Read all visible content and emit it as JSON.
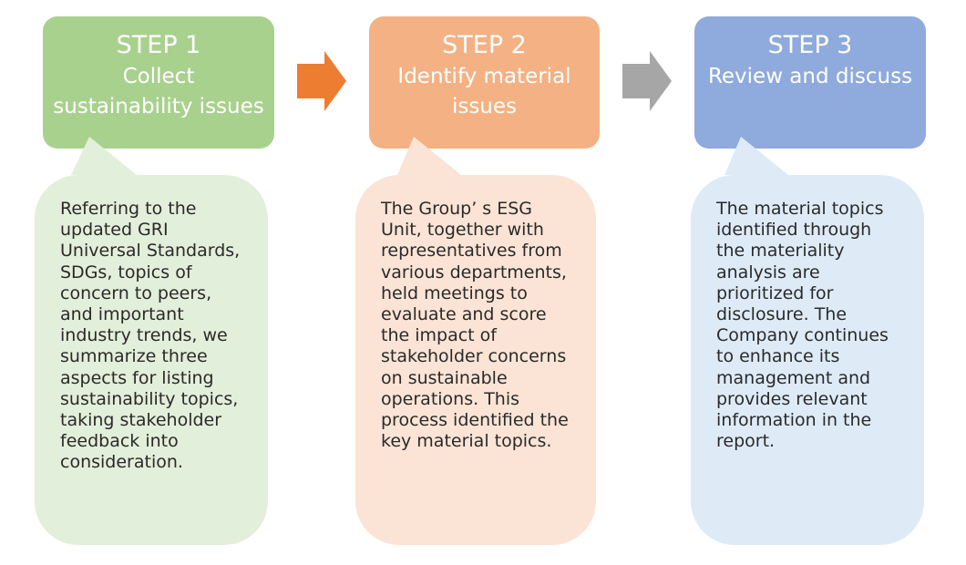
{
  "steps": [
    {
      "title": "STEP 1",
      "subtitle": "Collect\nsustainability issues",
      "body": "Referring to the\nupdated GRI\nUniversal Standards,\nSDGs, topics of\nconcern to peers,\nand important\nindustry trends, we\nsummarize three\naspects for listing\nsustainability topics,\ntaking stakeholder\nfeedback into\nconsideration.",
      "header_color": "#a9d18e",
      "bubble_color": "#e2efda"
    },
    {
      "title": "STEP 2",
      "subtitle": "Identify material\nissues",
      "body": "The Group’ s ESG\nUnit, together with\nrepresentatives from\nvarious departments,\nheld meetings to\nevaluate and score\nthe impact of\nstakeholder concerns\non sustainable\noperations. This\nprocess identified the\nkey material topics.",
      "header_color": "#f4b183",
      "bubble_color": "#fbe4d5"
    },
    {
      "title": "STEP 3",
      "subtitle": "Review and discuss",
      "body": "The material topics\nidentified through\nthe materiality\nanalysis are\nprioritized for\ndisclosure. The\nCompany continues\nto enhance its\nmanagement and\nprovides relevant\ninformation in the\nreport.",
      "header_color": "#8faadc",
      "bubble_color": "#deebf7"
    }
  ],
  "arrows": [
    {
      "color": "#ed7d31"
    },
    {
      "color": "#a6a6a6"
    }
  ]
}
